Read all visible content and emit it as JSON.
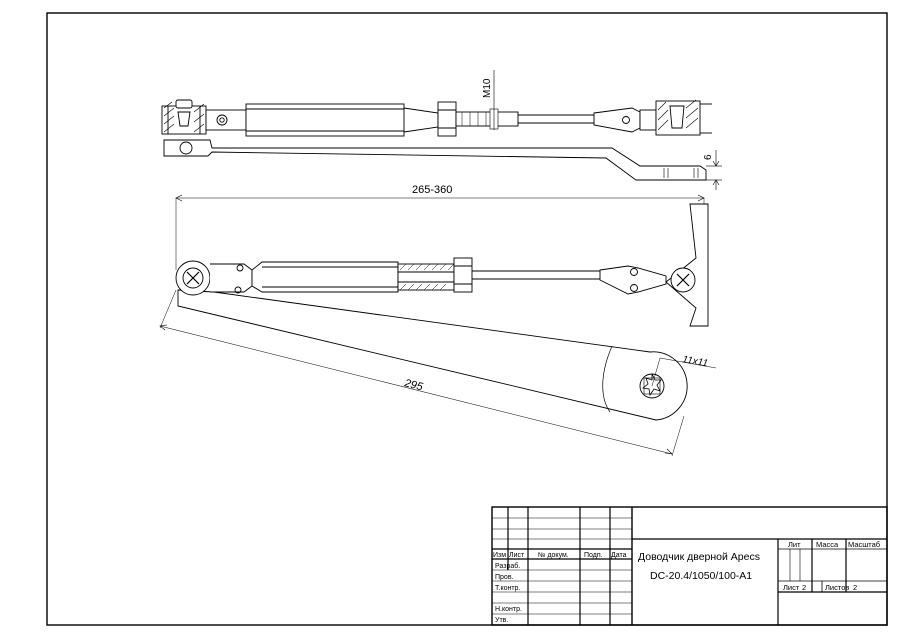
{
  "dimensions": {
    "top_m10": "M10",
    "top_6": "6",
    "arm_length": "265-360",
    "lever_length": "295",
    "square": "11x11"
  },
  "title_block": {
    "headers": {
      "izm": "Изм",
      "list": "Лист",
      "doc_no": "№ докум.",
      "sign": "Подп.",
      "date": "Дата"
    },
    "roles": {
      "razrab": "Разраб.",
      "prov": "Пров.",
      "tkontr": "Т.контр.",
      "nkontr": "Н.контр.",
      "utv": "Утв."
    },
    "title_line1": "Доводчик дверной Apecs",
    "title_line2": "DC-20.4/1050/100-A1",
    "lit_label": "Лит",
    "mass_label": "Масса",
    "scale_label": "Масштаб",
    "sheet_label": "Лист",
    "sheet_value": "2",
    "sheets_label": "Листов",
    "sheets_value": "2"
  }
}
